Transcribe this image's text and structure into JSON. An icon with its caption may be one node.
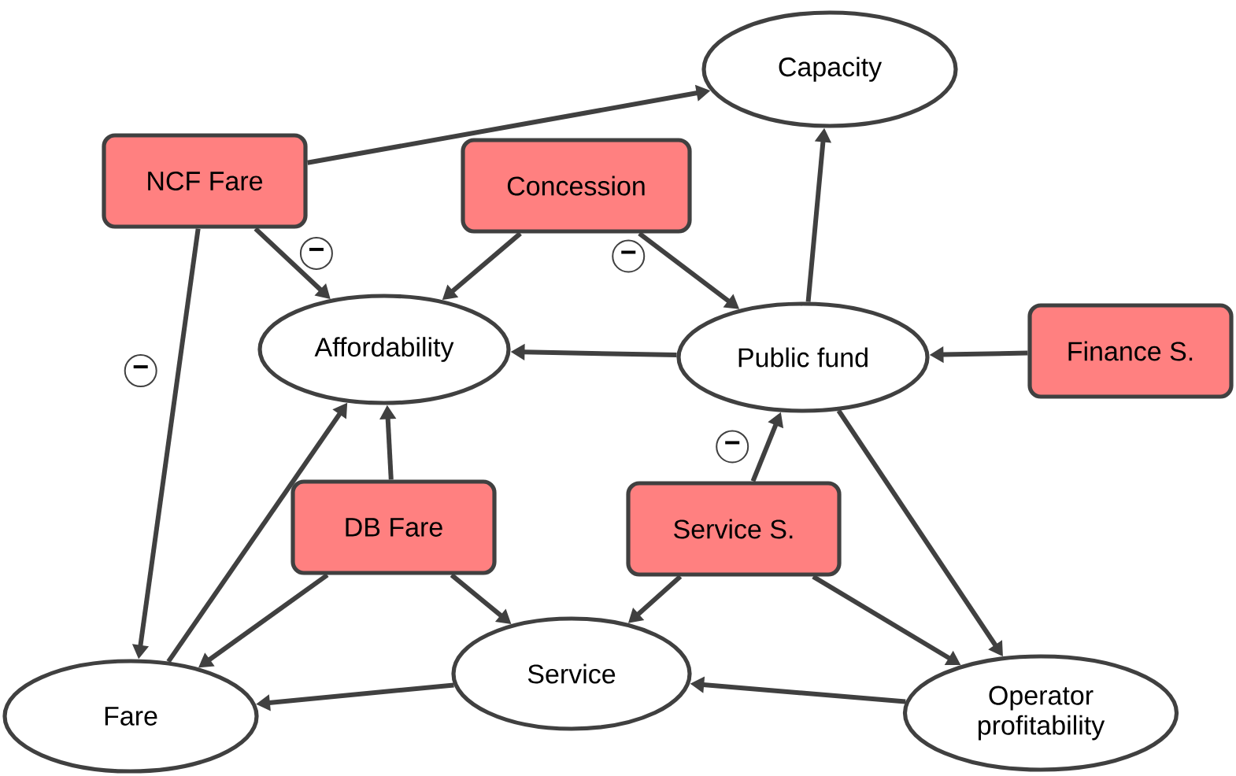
{
  "diagram": {
    "nodes": [
      {
        "text": [
          "Capacity"
        ]
      },
      {
        "text": [
          "NCF Fare"
        ]
      },
      {
        "text": [
          "Concession"
        ]
      },
      {
        "text": [
          "Affordability"
        ]
      },
      {
        "text": [
          "Public fund"
        ]
      },
      {
        "text": [
          "Finance S."
        ]
      },
      {
        "text": [
          "DB Fare"
        ]
      },
      {
        "text": [
          "Service S."
        ]
      },
      {
        "text": [
          "Fare"
        ]
      },
      {
        "text": [
          "Service"
        ]
      },
      {
        "text": [
          "Operator profitability"
        ]
      }
    ],
    "edges": [
      {
        "from": 1,
        "to": 0,
        "arrow": "to"
      },
      {
        "from": 1,
        "to": 3,
        "arrow": "to",
        "label": "−"
      },
      {
        "from": 1,
        "to": 8,
        "arrow": "to",
        "label": "−"
      },
      {
        "from": 2,
        "to": 3,
        "arrow": "to"
      },
      {
        "from": 2,
        "to": 4,
        "arrow": "to",
        "label": "−"
      },
      {
        "from": 4,
        "to": 3,
        "arrow": "to"
      },
      {
        "from": 4,
        "to": 0,
        "arrow": "to"
      },
      {
        "from": 5,
        "to": 4,
        "arrow": "to"
      },
      {
        "from": 6,
        "to": 3,
        "arrow": "to"
      },
      {
        "from": 6,
        "to": 8,
        "arrow": "to"
      },
      {
        "from": 6,
        "to": 9,
        "arrow": "to"
      },
      {
        "from": 7,
        "to": 4,
        "arrow": "to",
        "label": "−"
      },
      {
        "from": 7,
        "to": 9,
        "arrow": "to"
      },
      {
        "from": 7,
        "to": 10,
        "arrow": "to"
      },
      {
        "from": 4,
        "to": 10,
        "arrow": "to"
      },
      {
        "from": 8,
        "to": 3,
        "arrow": "to"
      },
      {
        "from": 9,
        "to": 8,
        "arrow": "to"
      },
      {
        "from": 10,
        "to": 9,
        "arrow": "to"
      }
    ]
  }
}
